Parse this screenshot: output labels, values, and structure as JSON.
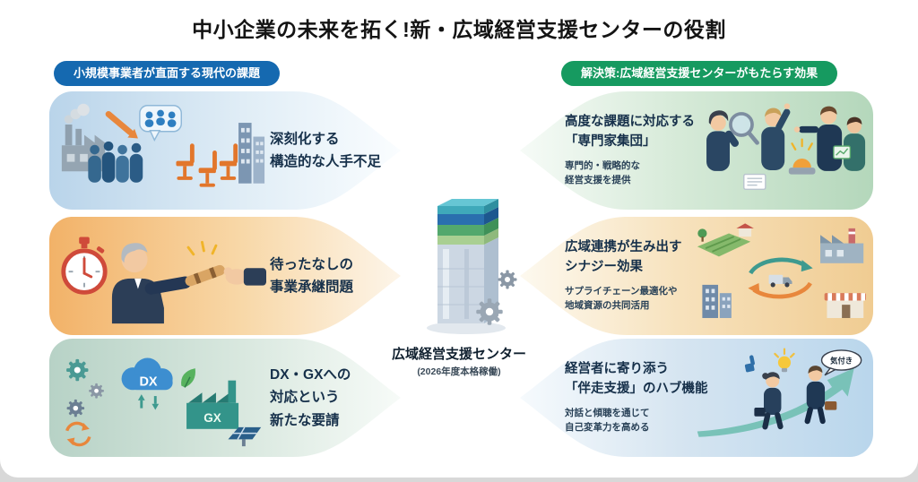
{
  "title": "中小企業の未来を拓く!新・広域経営支援センターの役割",
  "headers": {
    "left": "小規模事業者が直面する現代の課題",
    "right": "解決策:広域経営支援センターがもたらす効果"
  },
  "left_panels": [
    {
      "id": "labor-shortage",
      "text": "深刻化する\n構造的な人手不足"
    },
    {
      "id": "succession",
      "text": "待ったなしの\n事業承継問題"
    },
    {
      "id": "dx-gx",
      "text": "DX・GXへの\n対応という\n新たな要請"
    }
  ],
  "right_panels": [
    {
      "id": "experts",
      "title": "高度な課題に対応する\n「専門家集団」",
      "subtitle": "専門的・戦略的な\n経営支援を提供"
    },
    {
      "id": "synergy",
      "title": "広域連携が生み出す\nシナジー効果",
      "subtitle": "サプライチェーン最適化や\n地域資源の共同活用"
    },
    {
      "id": "support-hub",
      "title": "経営者に寄り添う\n「伴走支援」のハブ機能",
      "subtitle": "対話と傾聴を通じて\n自己変革力を高める"
    }
  ],
  "center": {
    "name": "広域経営支援センター",
    "note": "(2026年度本格稼働)"
  },
  "illustration_labels": {
    "dx": "DX",
    "gx": "GX",
    "awareness": "気付き"
  },
  "colors": {
    "header_left": "#1569b0",
    "header_right": "#169a60",
    "panel_blue": "#b9d4ea",
    "panel_orange": "#f2b268",
    "panel_teal": "#b7d2c6",
    "panel_green": "#b4d7bb",
    "panel_yellow": "#f0cc92",
    "panel_lightblue": "#b9d6ec",
    "text_dark": "#16304a"
  }
}
